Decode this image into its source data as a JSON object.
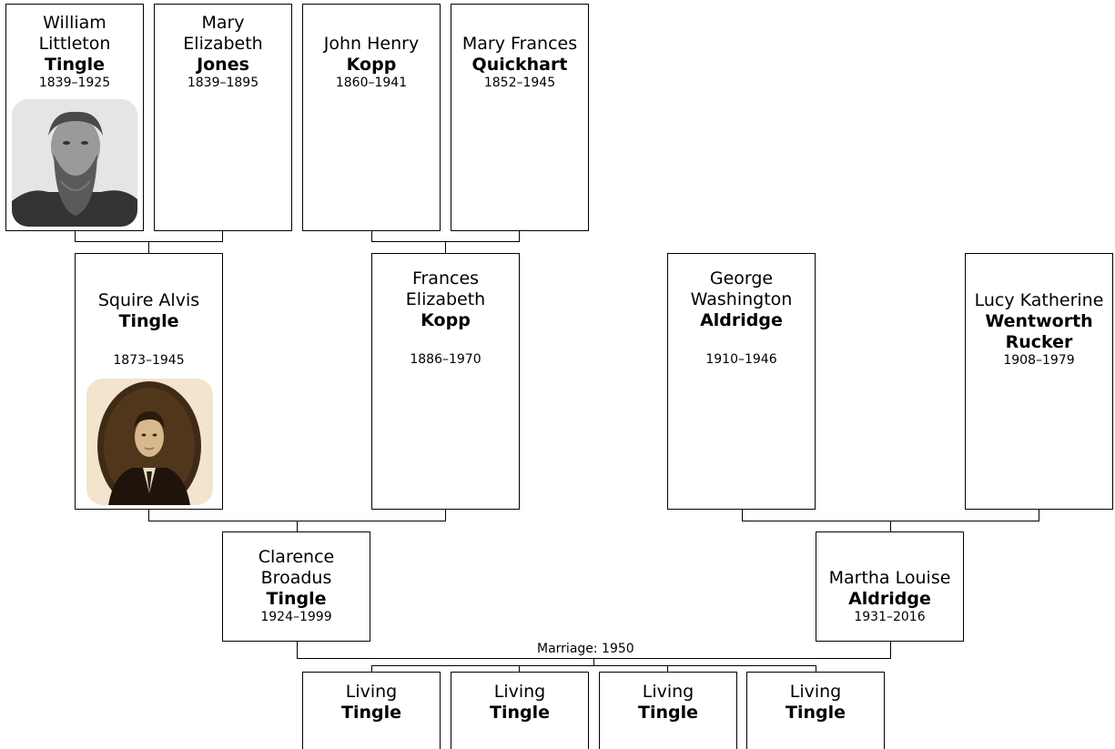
{
  "people": {
    "william": {
      "given": "William Littleton",
      "surname": "Tingle",
      "dates": "1839–1925"
    },
    "mary_e": {
      "given": "Mary Elizabeth",
      "surname": "Jones",
      "dates": "1839–1895"
    },
    "john_h": {
      "given": "John Henry",
      "surname": "Kopp",
      "dates": "1860–1941"
    },
    "mary_f": {
      "given": "Mary Frances",
      "surname": "Quickhart",
      "dates": "1852–1945"
    },
    "squire": {
      "given": "Squire Alvis",
      "surname": "Tingle",
      "dates": "1873–1945"
    },
    "frances": {
      "given": "Frances Elizabeth",
      "surname": "Kopp",
      "dates": "1886–1970"
    },
    "george": {
      "given": "George Washington",
      "surname": "Aldridge",
      "dates": "1910–1946"
    },
    "lucy": {
      "given": "Lucy Katherine",
      "surname": "Wentworth Rucker",
      "dates": "1908–1979"
    },
    "clarence": {
      "given": "Clarence Broadus",
      "surname": "Tingle",
      "dates": "1924–1999"
    },
    "martha": {
      "given": "Martha Louise",
      "surname": "Aldridge",
      "dates": "1931–2016"
    },
    "child1": {
      "given": "Living",
      "surname": "Tingle"
    },
    "child2": {
      "given": "Living",
      "surname": "Tingle"
    },
    "child3": {
      "given": "Living",
      "surname": "Tingle"
    },
    "child4": {
      "given": "Living",
      "surname": "Tingle"
    }
  },
  "marriage_label": "Marriage: 1950",
  "photos": {
    "william": "portrait-photo",
    "squire": "portrait-photo"
  }
}
